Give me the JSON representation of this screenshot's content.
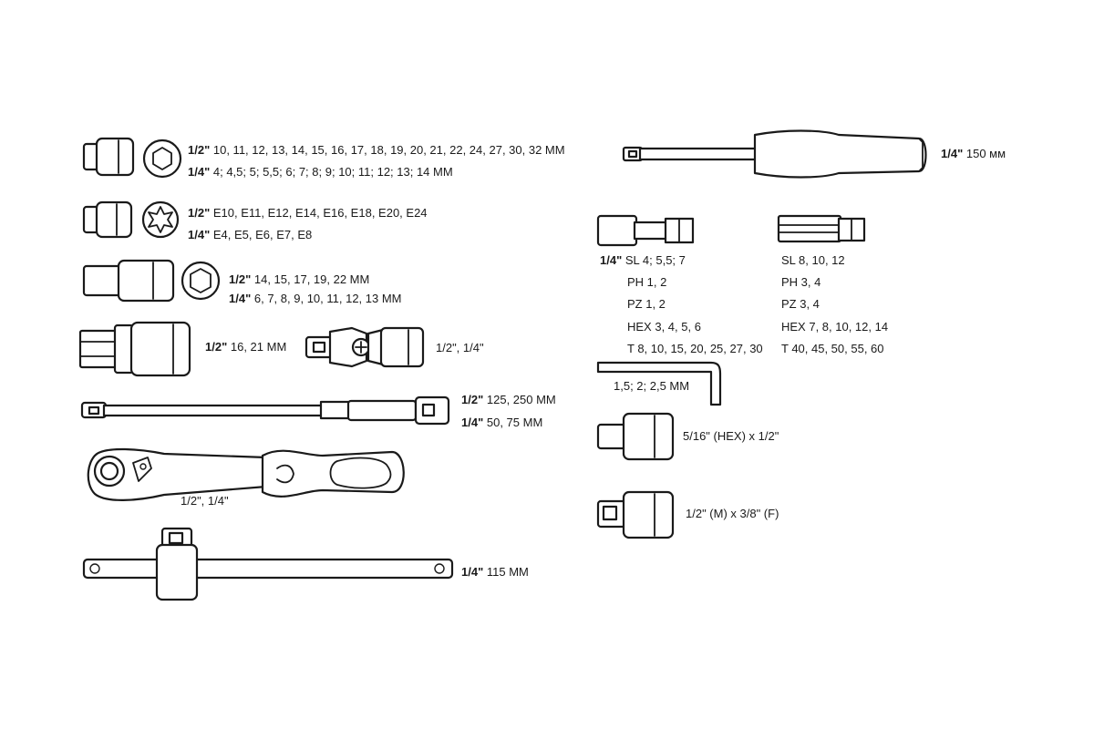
{
  "labels": {
    "sockets_hex_12": {
      "size": "1/2\"",
      "values": "10, 11, 12, 13, 14, 15, 16, 17, 18, 19, 20, 21, 22, 24, 27, 30, 32 MM"
    },
    "sockets_hex_14": {
      "size": "1/4\"",
      "values": "4; 4,5; 5; 5,5; 6; 7; 8; 9; 10; 11; 12; 13; 14 MM"
    },
    "sockets_torx_12": {
      "size": "1/2\"",
      "values": "E10, E11, E12, E14, E16, E18, E20, E24"
    },
    "sockets_torx_14": {
      "size": "1/4\"",
      "values": "E4, E5, E6, E7, E8"
    },
    "sockets_deep_12": {
      "size": "1/2\"",
      "values": "14, 15, 17, 19, 22 MM"
    },
    "sockets_deep_14": {
      "size": "1/4\"",
      "values": "6, 7, 8, 9, 10, 11, 12, 13 MM"
    },
    "spark_socket": {
      "size": "1/2\"",
      "values": "16, 21 MM"
    },
    "universal_joint": {
      "values": "1/2\", 1/4\""
    },
    "extension_12": {
      "size": "1/2\"",
      "values": "125, 250 MM"
    },
    "extension_14": {
      "size": "1/4\"",
      "values": "50, 75 MM"
    },
    "ratchet": {
      "values": "1/2\", 1/4\""
    },
    "tbar": {
      "size": "1/4\"",
      "values": "115 MM"
    },
    "screwdriver": {
      "size": "1/4\"",
      "values": "150 мм"
    },
    "bits_left": [
      {
        "size": "1/4\"",
        "values": "SL 4; 5,5; 7"
      },
      {
        "values": "PH 1, 2"
      },
      {
        "values": "PZ 1, 2"
      },
      {
        "values": "HEX 3, 4, 5, 6"
      },
      {
        "values": "T 8, 10, 15, 20, 25, 27, 30"
      }
    ],
    "bits_right": [
      {
        "values": "SL 8, 10, 12"
      },
      {
        "values": "PH 3, 4"
      },
      {
        "values": "PZ 3, 4"
      },
      {
        "values": "HEX 7, 8, 10, 12, 14"
      },
      {
        "values": "T 40, 45, 50, 55, 60"
      }
    ],
    "hex_key": {
      "values": "1,5; 2; 2,5 MM"
    },
    "adapter_hex": {
      "values": "5/16\" (HEX) x 1/2\""
    },
    "adapter_reducer": {
      "values": "1/2\" (M) x 3/8\" (F)"
    }
  },
  "colors": {
    "line": "#1a1a1a",
    "background": "#ffffff"
  }
}
